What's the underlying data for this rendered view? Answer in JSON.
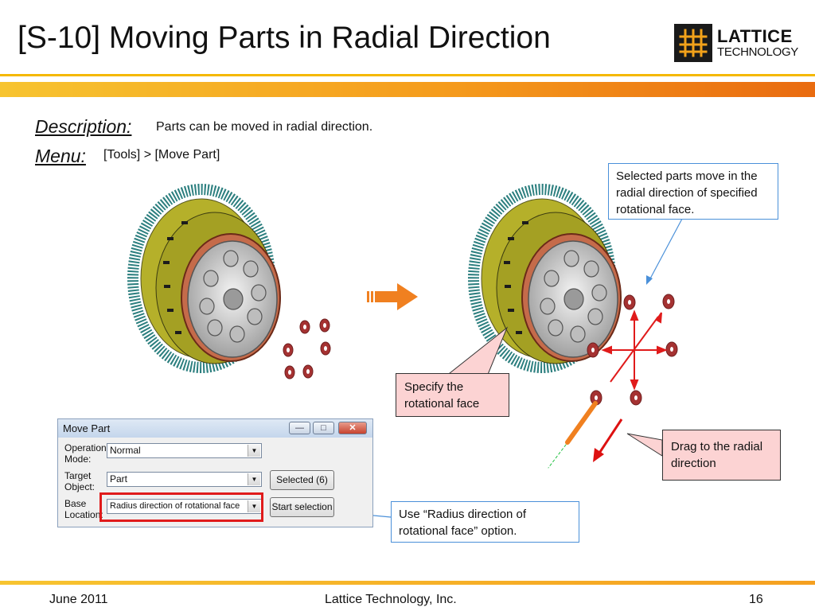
{
  "slide": {
    "title": "[S-10] Moving Parts in Radial Direction",
    "logo": {
      "line1": "LATTICE",
      "line2": "TECHNOLOGY"
    },
    "description": {
      "label": "Description:",
      "text": "Parts can be moved in radial direction."
    },
    "menu": {
      "label": "Menu:",
      "text": "[Tools] > [Move Part]"
    }
  },
  "callouts": {
    "selected": "Selected parts move in the radial direction of specified rotational face.",
    "specify": "Specify the rotational face",
    "drag": "Drag to the radial direction",
    "use_option": "Use “Radius direction of rotational face” option."
  },
  "dialog": {
    "title": "Move Part",
    "operation_mode": {
      "label_line1": "Operation",
      "label_line2": "Mode:",
      "value": "Normal"
    },
    "target_object": {
      "label_line1": "Target",
      "label_line2": "Object:",
      "value": "Part",
      "button": "Selected (6)"
    },
    "base_location": {
      "label_line1": "Base",
      "label_line2": "Location:",
      "value": "Radius direction of rotational face",
      "button": "Start selection"
    }
  },
  "footer": {
    "date": "June 2011",
    "company": "Lattice Technology, Inc.",
    "page": "16"
  },
  "colors": {
    "accent_orange": "#f5a020",
    "callout_pink": "#fcd3d3",
    "callout_border_blue": "#4a90d9",
    "highlight_red": "#e01b1b"
  },
  "icons": [
    "logo-grid-icon",
    "minimize-icon",
    "maximize-icon",
    "close-icon",
    "dropdown-arrow-icon",
    "right-arrow-icon"
  ]
}
